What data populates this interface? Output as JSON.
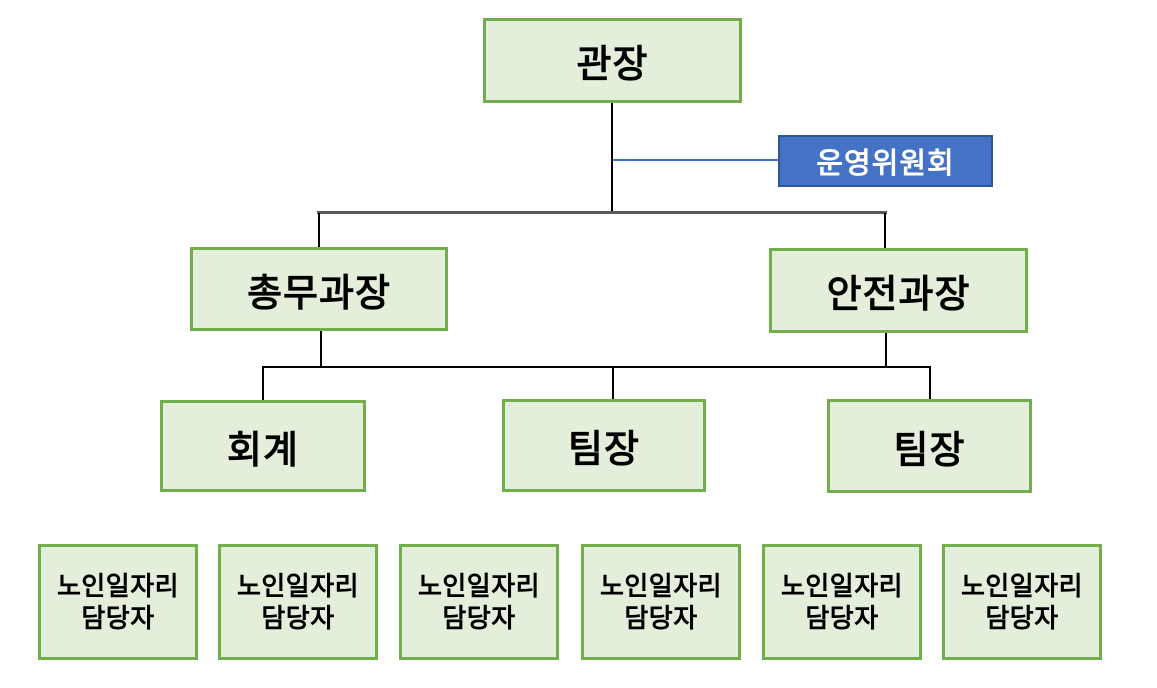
{
  "org_chart": {
    "type": "organization-chart",
    "nodes": {
      "director": {
        "label": "관장",
        "level": 1
      },
      "committee": {
        "label": "운영위원회",
        "level": 1,
        "role": "advisory"
      },
      "general_affairs_manager": {
        "label": "총무과장",
        "level": 2
      },
      "safety_manager": {
        "label": "안전과장",
        "level": 2
      },
      "accounting": {
        "label": "회계",
        "level": 3
      },
      "team_leader_1": {
        "label": "팀장",
        "level": 3
      },
      "team_leader_2": {
        "label": "팀장",
        "level": 3
      },
      "staff": [
        {
          "line1": "노인일자리",
          "line2": "담당자"
        },
        {
          "line1": "노인일자리",
          "line2": "담당자"
        },
        {
          "line1": "노인일자리",
          "line2": "담당자"
        },
        {
          "line1": "노인일자리",
          "line2": "담당자"
        },
        {
          "line1": "노인일자리",
          "line2": "담당자"
        },
        {
          "line1": "노인일자리",
          "line2": "담당자"
        }
      ]
    },
    "colors": {
      "background": "#ffffff",
      "box_fill": "#e3efdb",
      "box_border": "#73ae4d",
      "committee_fill": "#4472c4",
      "committee_border": "#2f5597",
      "committee_text": "#ffffff",
      "connector_dark": "#000000",
      "connector_gray": "#595959",
      "connector_blue": "#4472c4",
      "text_color": "#000000"
    }
  }
}
